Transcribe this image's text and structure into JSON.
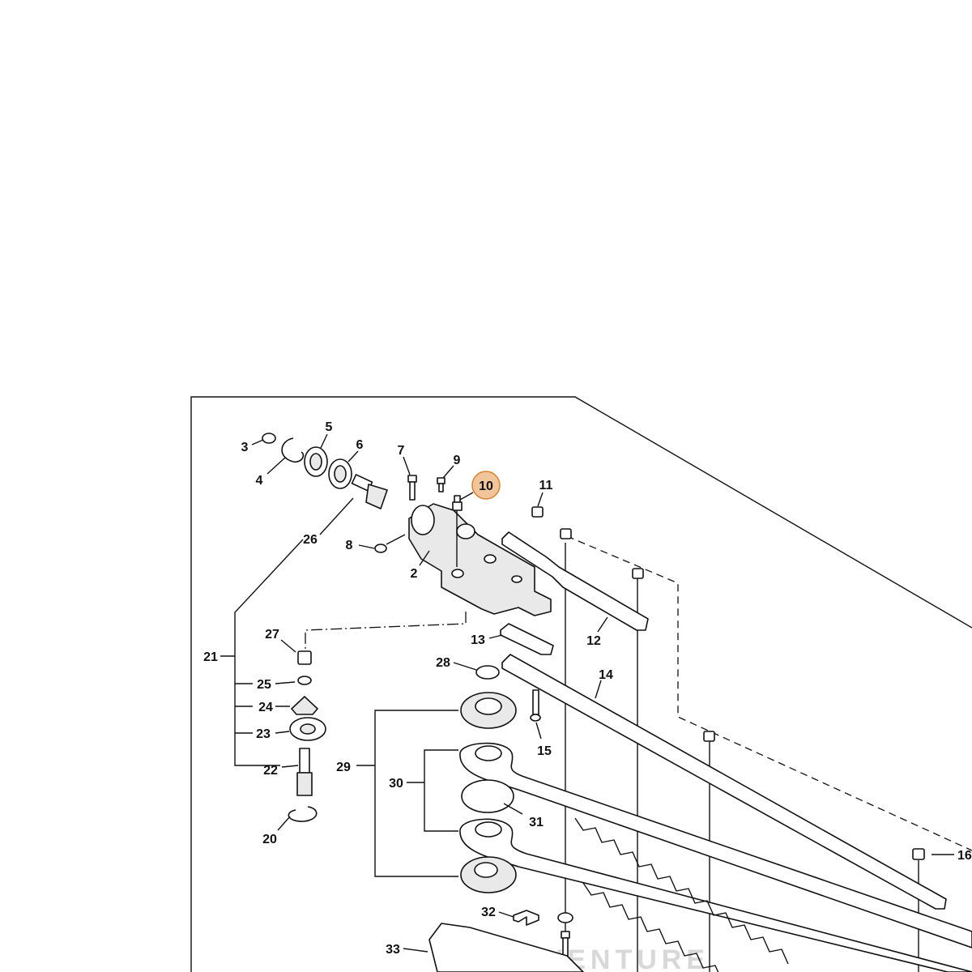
{
  "diagram": {
    "highlight_color": "#f2c49b",
    "highlight_stroke": "#d9822b",
    "highlighted_part": "10",
    "labels": {
      "l2": "2",
      "l3": "3",
      "l4": "4",
      "l5": "5",
      "l6": "6",
      "l7": "7",
      "l8": "8",
      "l9": "9",
      "l10": "10",
      "l11": "11",
      "l12": "12",
      "l13": "13",
      "l14": "14",
      "l15": "15",
      "l16": "16",
      "l20": "20",
      "l21": "21",
      "l22": "22",
      "l23": "23",
      "l24": "24",
      "l25": "25",
      "l26": "26",
      "l27": "27",
      "l28": "28",
      "l29": "29",
      "l30": "30",
      "l31": "31",
      "l32": "32",
      "l33": "33"
    },
    "watermark": "LEADVENTURE"
  }
}
